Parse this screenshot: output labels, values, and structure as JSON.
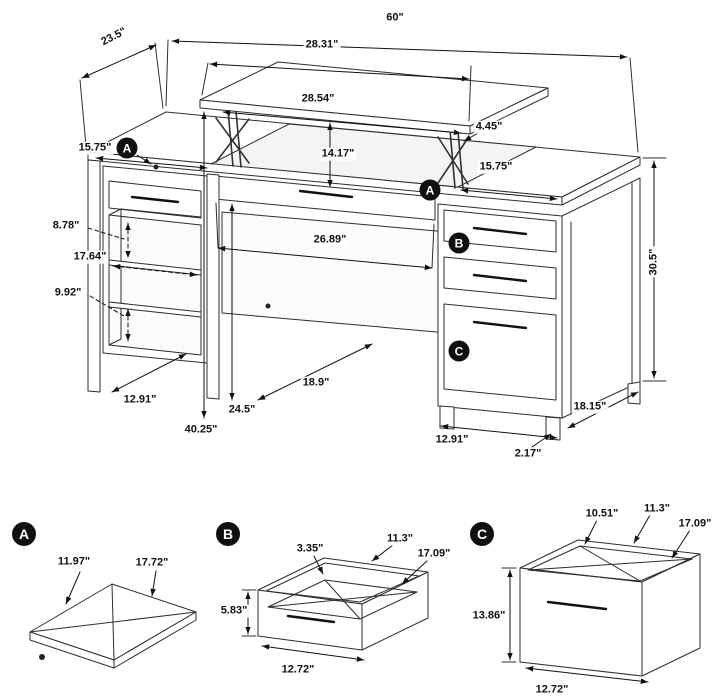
{
  "main_view": {
    "callouts": {
      "a_left": "A",
      "a_right": "A",
      "b": "B",
      "c": "C"
    },
    "dimensions": {
      "total_width": "60\"",
      "total_depth": "23.5\"",
      "total_height": "30.5\"",
      "lift_top_width": "28.31\"",
      "lift_clearance_width": "28.54\"",
      "lift_side_gap": "4.45\"",
      "lift_rise_height": "14.17\"",
      "left_top_section": "15.75\"",
      "right_top_section": "15.75\"",
      "left_upper_compartment": "8.78\"",
      "left_compartment_width": "17.64\"",
      "left_lower_compartment": "9.92\"",
      "kneehole_width": "26.89\"",
      "left_base_depth": "12.91\"",
      "kneehole_height": "24.5\"",
      "floor_depth": "18.9\"",
      "overall_height_raised": "40.25\"",
      "right_base_width": "12.91\"",
      "right_base_depth": "18.15\"",
      "foot_height": "2.17\""
    }
  },
  "detail_a": {
    "callout": "A",
    "dimensions": {
      "width": "11.97\"",
      "depth": "17.72\""
    }
  },
  "detail_b": {
    "callout": "B",
    "dimensions": {
      "inner_depth": "3.35\"",
      "inner_width": "11.3\"",
      "side_depth": "17.09\"",
      "front_height": "5.83\"",
      "front_width": "12.72\""
    }
  },
  "detail_c": {
    "callout": "C",
    "dimensions": {
      "inner_depth": "10.51\"",
      "inner_width": "11.3\"",
      "side_depth": "17.09\"",
      "front_height": "13.86\"",
      "front_width": "12.72\""
    }
  }
}
